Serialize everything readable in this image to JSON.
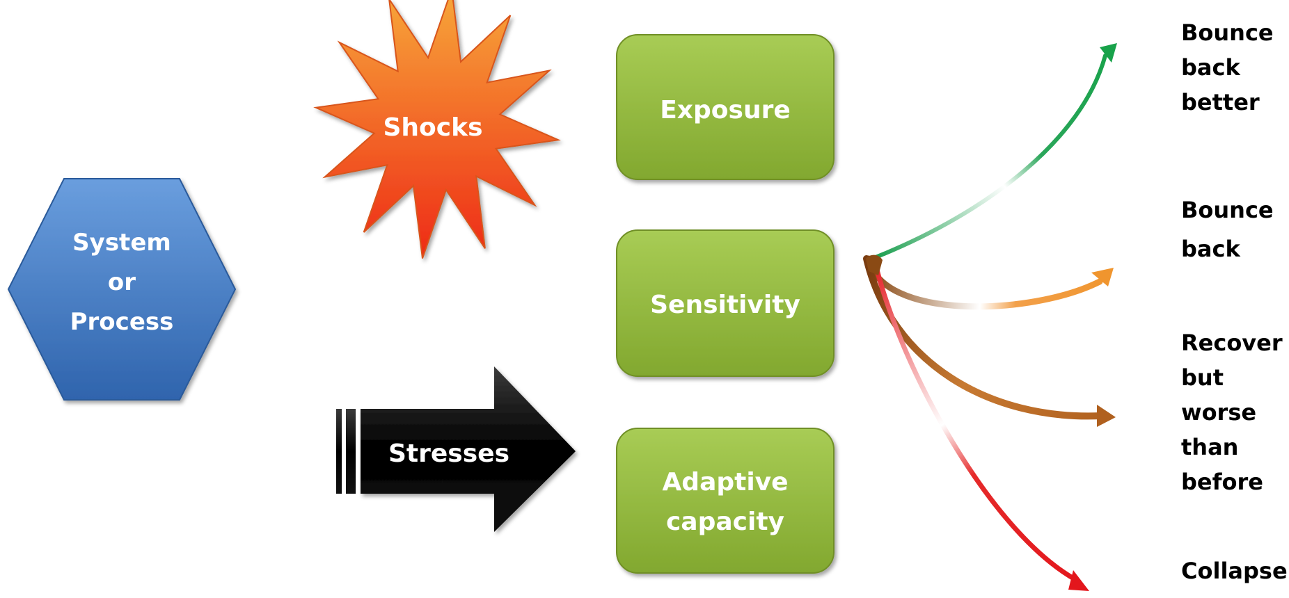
{
  "system_label": "System\nor\nProcess",
  "shocks_label": "Shocks",
  "stresses_label": "Stresses",
  "factors": {
    "exposure": "Exposure",
    "sensitivity": "Sensitivity",
    "adaptive_capacity": "Adaptive\ncapacity"
  },
  "outcomes": [
    "Bounce\nback\nbetter",
    "Bounce\nback",
    "Recover\nbut\nworse\nthan\nbefore",
    "Collapse"
  ],
  "colors": {
    "system_fill": "#3a78c4",
    "factor_fill": "#93b93b",
    "shocks_fill": "#f26522",
    "stresses_fill": "#000000",
    "arrow_better": "#1a9e4e",
    "arrow_back": "#f0952e",
    "arrow_worse": "#b5651d",
    "arrow_collapse": "#e3161c"
  }
}
